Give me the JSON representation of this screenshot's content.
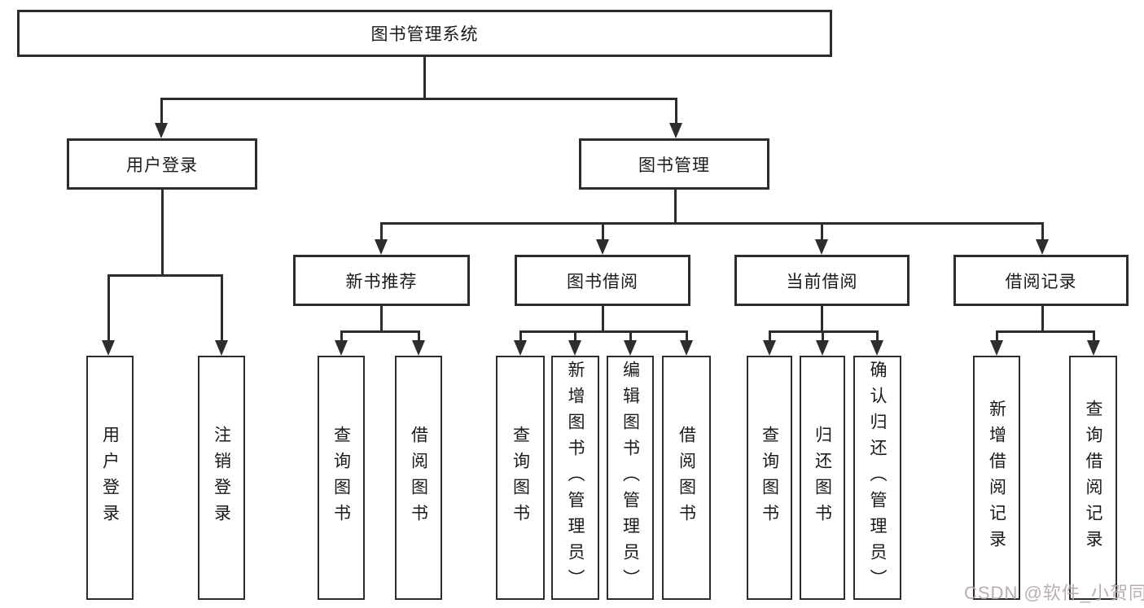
{
  "tree": {
    "root": {
      "label": "图书管理系统",
      "children": [
        {
          "label": "用户登录",
          "children": [
            {
              "label": "用户登录"
            },
            {
              "label": "注销登录"
            }
          ]
        },
        {
          "label": "图书管理",
          "children": [
            {
              "label": "新书推荐",
              "children": [
                {
                  "label": "查询图书"
                },
                {
                  "label": "借阅图书"
                }
              ]
            },
            {
              "label": "图书借阅",
              "children": [
                {
                  "label": "查询图书"
                },
                {
                  "label": "新增图书（管理员）"
                },
                {
                  "label": "编辑图书（管理员）"
                },
                {
                  "label": "借阅图书"
                }
              ]
            },
            {
              "label": "当前借阅",
              "children": [
                {
                  "label": "查询图书"
                },
                {
                  "label": "归还图书"
                },
                {
                  "label": "确认归还（管理员）"
                }
              ]
            },
            {
              "label": "借阅记录",
              "children": [
                {
                  "label": "新增借阅记录"
                },
                {
                  "label": "查询借阅记录"
                }
              ]
            }
          ]
        }
      ]
    }
  },
  "watermark": "CSDN @软件_小贺同学",
  "colors": {
    "line": "#2d2d2d",
    "box_border": "#2d2d2d",
    "text": "#1a1a1a",
    "watermark": "#b2a5a5",
    "background": "#ffffff"
  }
}
